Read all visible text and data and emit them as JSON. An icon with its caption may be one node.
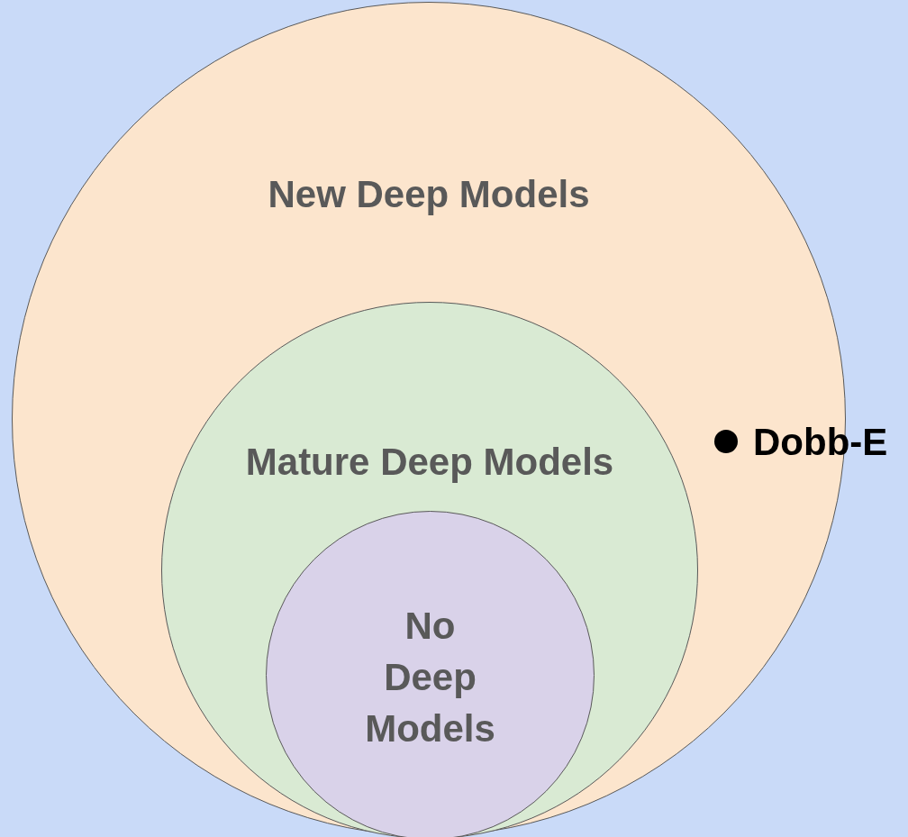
{
  "diagram": {
    "nodes": [
      {
        "text": [
          "New Deep Models"
        ]
      },
      {
        "text": [
          "Mature Deep Models"
        ],
        "in": 0
      },
      {
        "text": [
          "No Deep Models"
        ],
        "in": 1
      }
    ],
    "labels": [
      "Dobb-E"
    ]
  }
}
